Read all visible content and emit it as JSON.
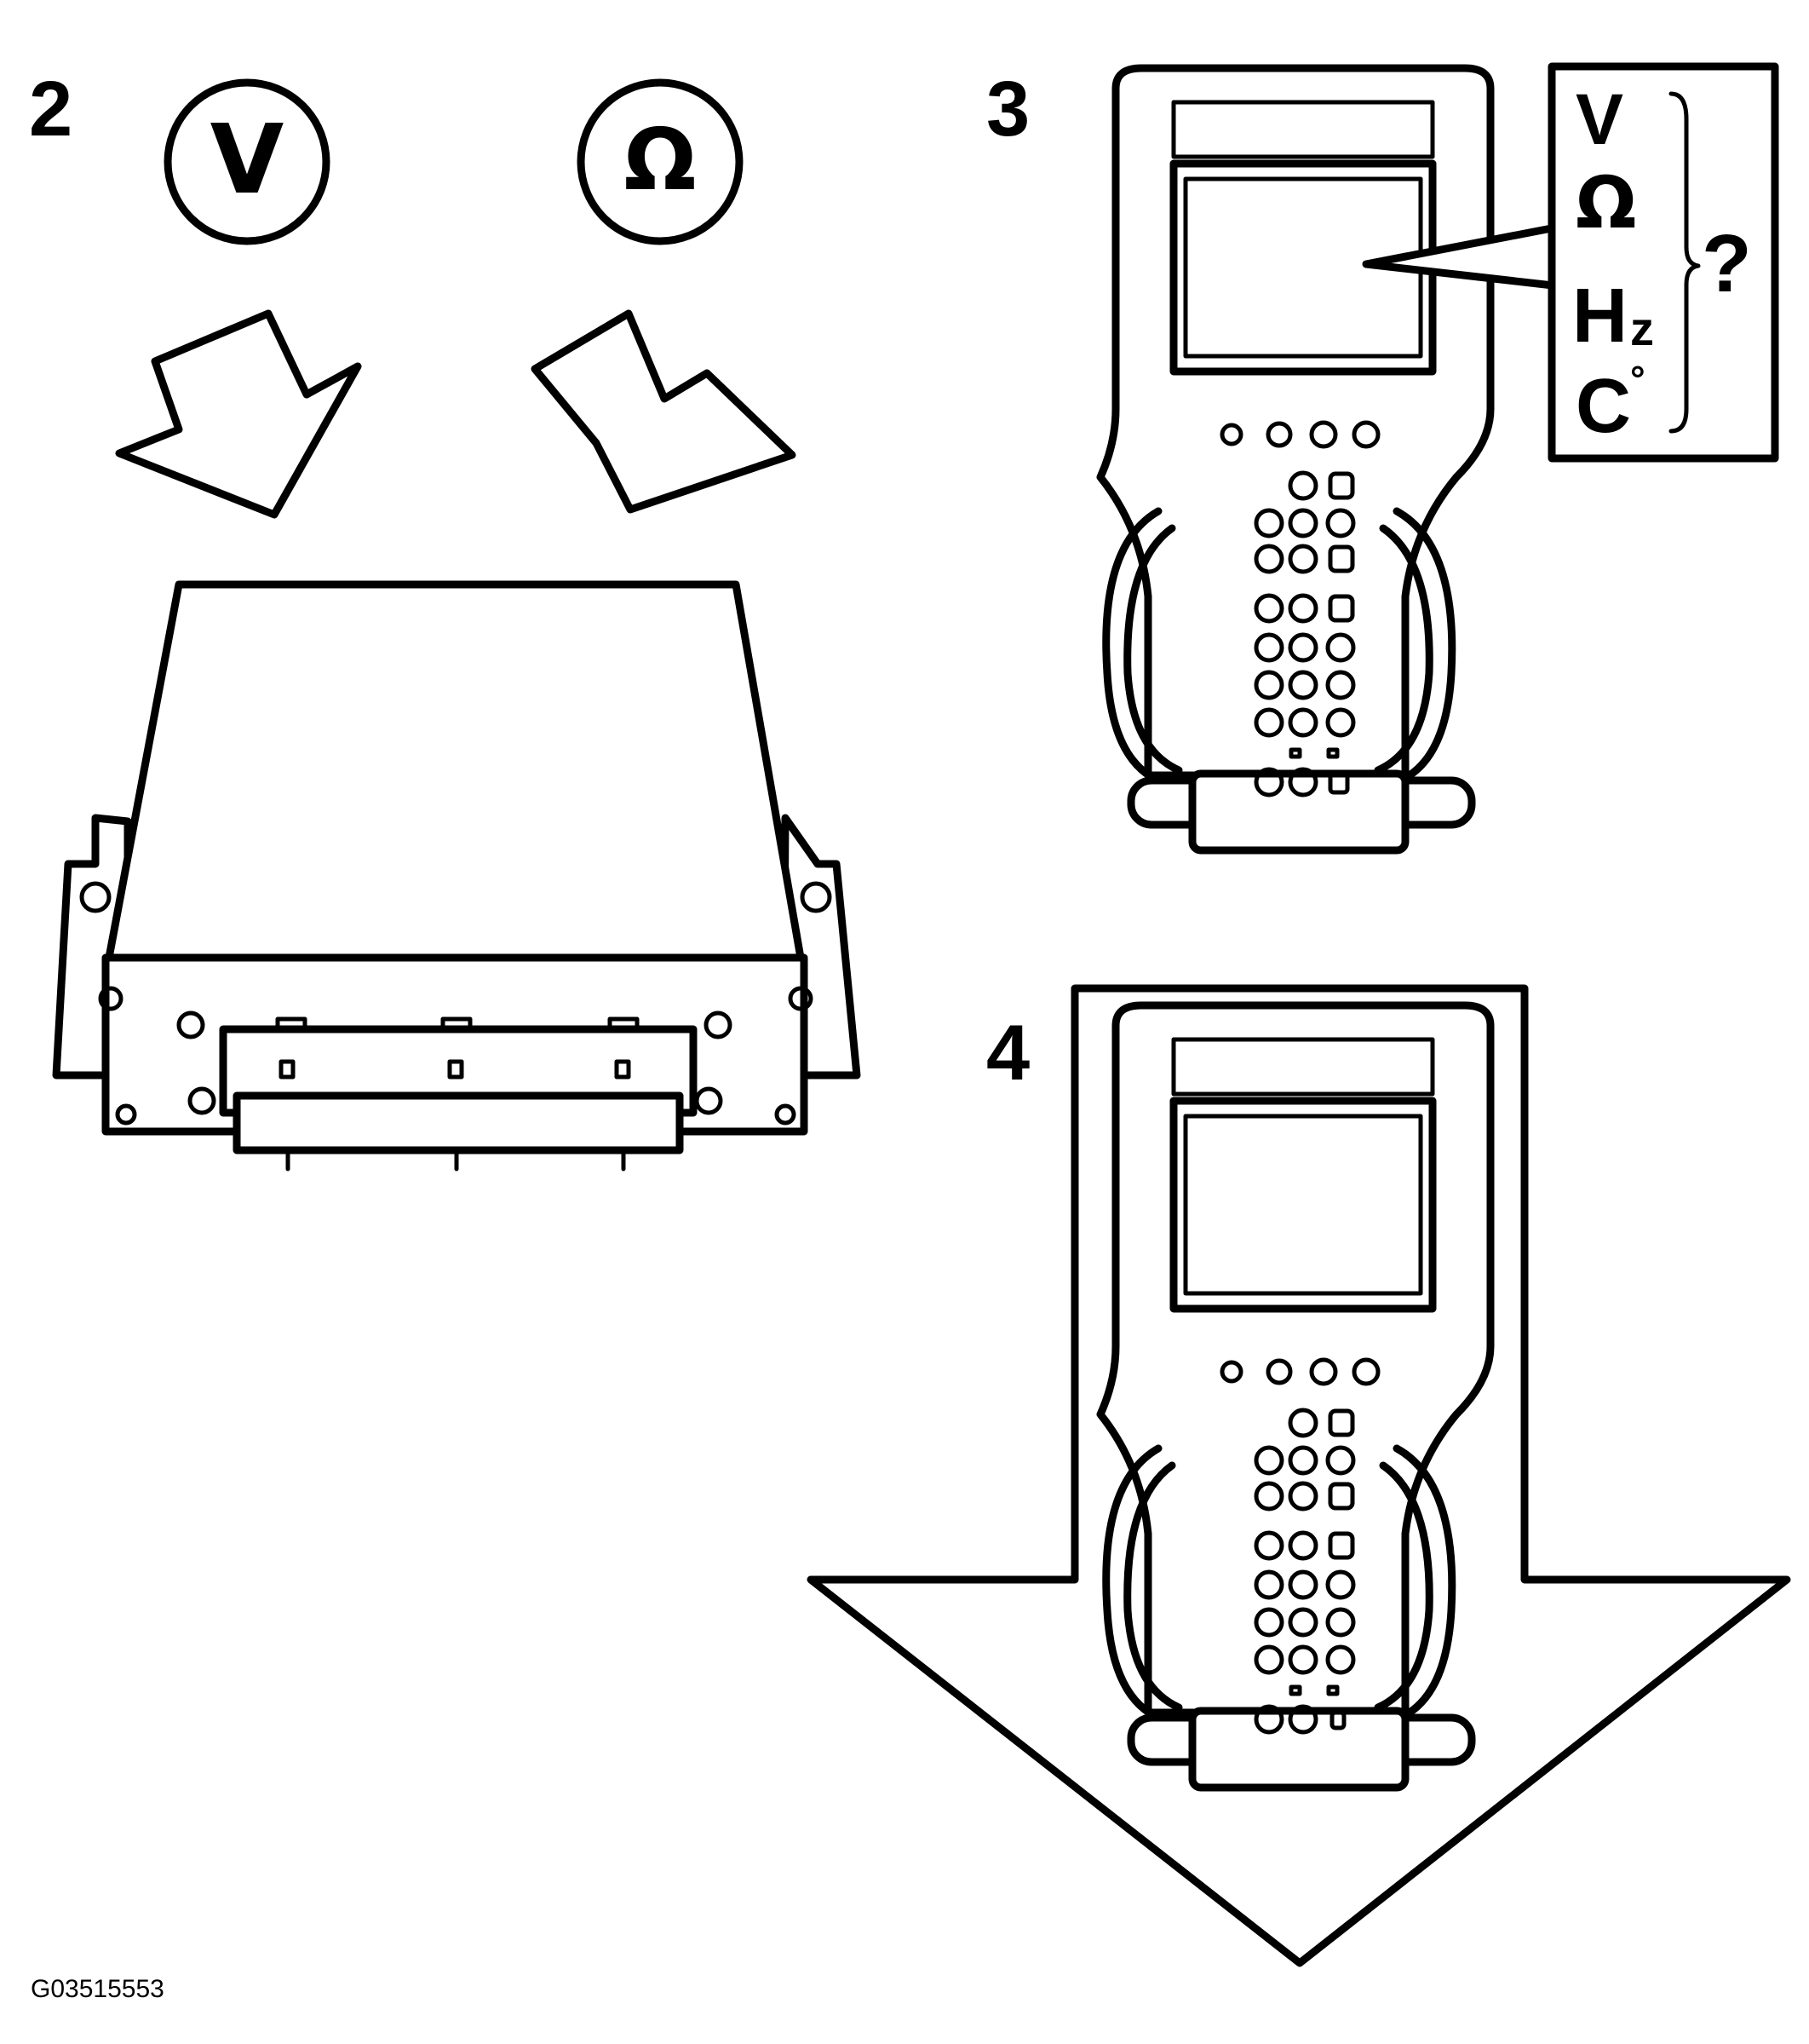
{
  "steps": {
    "s2": "2",
    "s3": "3",
    "s4": "4"
  },
  "symbols": {
    "volt": "V",
    "ohm": "Ω"
  },
  "measurements": {
    "v": "V",
    "ohm": "Ω",
    "hz_h": "H",
    "hz_z": "z",
    "c": "C",
    "deg": "°",
    "question": "?"
  },
  "figure_id": "G03515553"
}
